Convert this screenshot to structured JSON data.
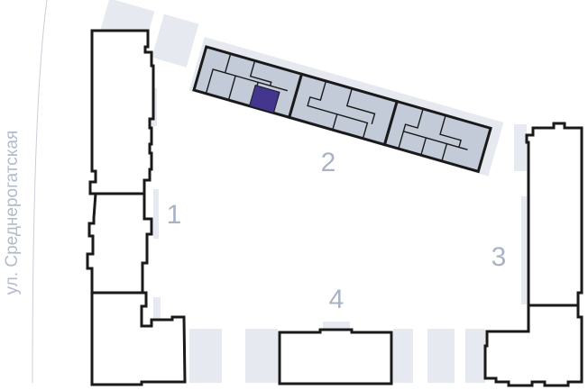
{
  "street_label": "ул. Среднерогатская",
  "buildings": [
    {
      "number": "1"
    },
    {
      "number": "2"
    },
    {
      "number": "3"
    },
    {
      "number": "4"
    }
  ],
  "colors": {
    "selected_apartment": "#44358f",
    "section_fill": "#c3cad8",
    "label": "#a9b3c6",
    "yard_strip": "#e6e9f0"
  }
}
